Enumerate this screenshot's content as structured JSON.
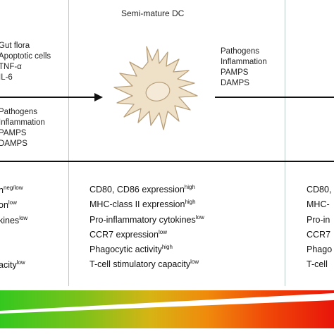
{
  "header": {
    "title": "Semi-mature DC"
  },
  "left_column": {
    "stimuli_top": [
      "Gut flora",
      "Apoptotic cells",
      "TNF-α",
      "IL-6"
    ],
    "stimuli_bottom": [
      "Pathogens",
      "Inflammation",
      "PAMPS",
      "DAMPS"
    ],
    "properties": [
      {
        "text": "n",
        "sup": "neg/low"
      },
      {
        "text": "on",
        "sup": "low"
      },
      {
        "text": "kines",
        "sup": "low"
      },
      {
        "text": "",
        "sup": ""
      },
      {
        "text": "acity",
        "sup": "low"
      }
    ]
  },
  "center_column": {
    "stimuli_right": [
      "Pathogens",
      "Inflammation",
      "PAMPS",
      "DAMPS"
    ],
    "properties": [
      {
        "text": "CD80, CD86 expression",
        "sup": "high"
      },
      {
        "text": "MHC-class II expression",
        "sup": "high"
      },
      {
        "text": "Pro-inflammatory cytokines",
        "sup": "low"
      },
      {
        "text": "CCR7 expression",
        "sup": "low"
      },
      {
        "text": "Phagocytic activity",
        "sup": "high"
      },
      {
        "text": "T-cell stimulatory capacity",
        "sup": "low"
      }
    ]
  },
  "right_column": {
    "properties": [
      "CD80,",
      "MHC-",
      "Pro-in",
      "CCR7",
      "Phago",
      "T-cell"
    ]
  },
  "icons": {
    "cell": "dendritic-cell-icon"
  },
  "colors": {
    "gradient_start": "#34c81f",
    "gradient_mid": "#f08a0c",
    "gradient_end": "#e8150a",
    "cell_fill": "#efe1c8",
    "cell_stroke": "#b89f7a"
  }
}
